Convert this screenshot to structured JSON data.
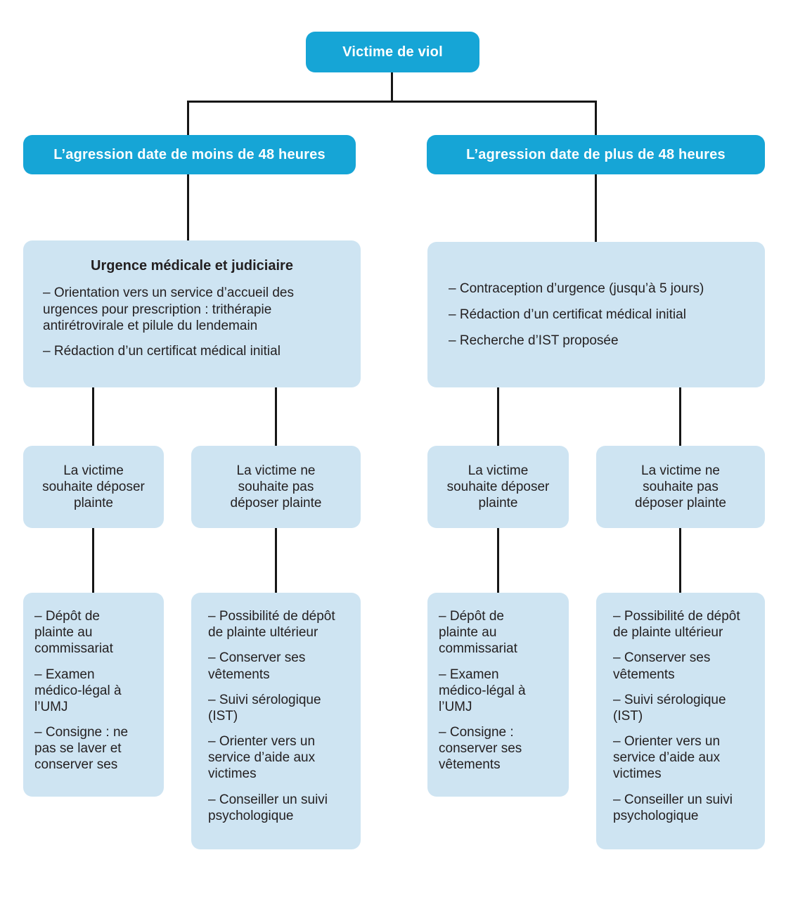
{
  "colors": {
    "node_primary": "#16a5d6",
    "node_secondary": "#cee4f2",
    "text_dark": "#231f20",
    "text_light": "#ffffff",
    "connector": "#161616"
  },
  "root": {
    "label": "Victime de viol"
  },
  "branches": [
    {
      "header": "L’agression date de moins de 48 heures",
      "detail": {
        "title": "Urgence médicale et judiciaire",
        "items": [
          "– Orientation vers un service d’accueil des urgences pour prescription : trithérapie antirétrovirale et pilule du lendemain",
          "– Rédaction d’un certificat médical initial"
        ]
      },
      "choices": [
        {
          "label": "La victime souhaite déposer plainte",
          "items": [
            "– Dépôt de plainte au commissariat",
            "– Examen médico-légal à l’UMJ",
            "– Consigne : ne pas se laver et conserver ses"
          ]
        },
        {
          "label": "La victime ne souhaite pas déposer plainte",
          "items": [
            "– Possibilité de dépôt de plainte ultérieur",
            "– Conserver ses vêtements",
            "– Suivi sérologique (IST)",
            "– Orienter vers un service d’aide aux victimes",
            "– Conseiller un suivi psychologique"
          ]
        }
      ]
    },
    {
      "header": "L’agression date de plus de 48 heures",
      "detail": {
        "title": "",
        "items": [
          "– Contraception d’urgence (jusqu’à 5 jours)",
          "– Rédaction d’un certificat médical initial",
          "– Recherche d’IST proposée"
        ]
      },
      "choices": [
        {
          "label": "La victime souhaite déposer plainte",
          "items": [
            "– Dépôt de plainte au commissariat",
            "– Examen médico-légal à l’UMJ",
            "– Consigne : conserver ses vêtements"
          ]
        },
        {
          "label": "La victime ne souhaite pas déposer plainte",
          "items": [
            "– Possibilité de dépôt de plainte ultérieur",
            "– Conserver ses vêtements",
            "– Suivi sérologique (IST)",
            "– Orienter vers un service d’aide aux victimes",
            "– Conseiller un suivi psychologique"
          ]
        }
      ]
    }
  ]
}
